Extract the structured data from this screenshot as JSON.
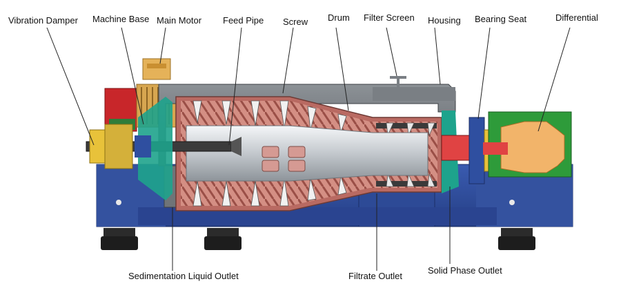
{
  "labels": {
    "vibration_damper": "Vibration Damper",
    "machine_base": "Machine Base",
    "main_motor": "Main Motor",
    "feed_pipe": "Feed Pipe",
    "screw": "Screw",
    "drum": "Drum",
    "filter_screen": "Filter Screen",
    "housing": "Housing",
    "bearing_seat": "Bearing Seat",
    "differential": "Differential",
    "sedimentation_liquid_outlet": "Sedimentation Liquid Outlet",
    "filtrate_outlet": "Filtrate Outlet",
    "solid_phase_outlet": "Solid Phase Outlet"
  },
  "colors": {
    "base_blue": "#2f4fa0",
    "housing_gray": "#6f7478",
    "drum_pink": "#d89a8f",
    "motor_red": "#c8262a",
    "motor_tan": "#e5b259",
    "differential_orange": "#f2b46a",
    "differential_green": "#2e9b3a",
    "teal_seal": "#1ea38c",
    "rotor_gray": "#c9ced3"
  }
}
